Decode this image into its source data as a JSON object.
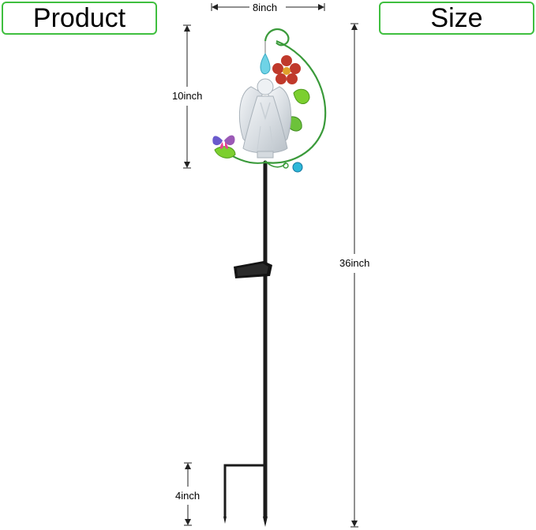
{
  "headings": {
    "left": "Product",
    "right": "Size"
  },
  "dimensions": {
    "width": "8inch",
    "top_section": "10inch",
    "total_height": "36inch",
    "bottom_prong": "4inch"
  },
  "colors": {
    "pill_border": "#3fbf3f",
    "dimension_line": "#222222",
    "stake": "#1b1b1b",
    "arc_wire": "#3a9a3a",
    "leaf": "#7ccf2f",
    "flower": "#c0392b",
    "butterfly": "#6a5acd",
    "crystal": "#6fd3e6"
  }
}
